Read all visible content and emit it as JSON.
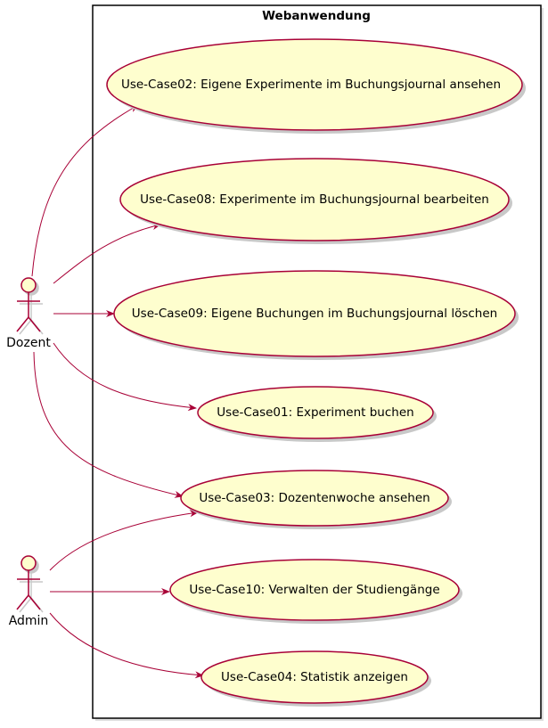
{
  "diagram": {
    "boundary_title": "Webanwendung",
    "actors": [
      {
        "id": "dozent",
        "label": "Dozent"
      },
      {
        "id": "admin",
        "label": "Admin"
      }
    ],
    "use_cases": [
      {
        "id": "uc02",
        "label": "Use-Case02: Eigene Experimente im Buchungsjournal ansehen"
      },
      {
        "id": "uc08",
        "label": "Use-Case08: Experimente im Buchungsjournal bearbeiten"
      },
      {
        "id": "uc09",
        "label": "Use-Case09: Eigene Buchungen im Buchungsjournal löschen"
      },
      {
        "id": "uc01",
        "label": "Use-Case01: Experiment buchen"
      },
      {
        "id": "uc03",
        "label": "Use-Case03: Dozentenwoche ansehen"
      },
      {
        "id": "uc10",
        "label": "Use-Case10: Verwalten der Studiengänge"
      },
      {
        "id": "uc04",
        "label": "Use-Case04: Statistik anzeigen"
      }
    ],
    "associations": [
      {
        "from": "dozent",
        "to": "uc02"
      },
      {
        "from": "dozent",
        "to": "uc08"
      },
      {
        "from": "dozent",
        "to": "uc09"
      },
      {
        "from": "dozent",
        "to": "uc01"
      },
      {
        "from": "dozent",
        "to": "uc03"
      },
      {
        "from": "admin",
        "to": "uc03"
      },
      {
        "from": "admin",
        "to": "uc10"
      },
      {
        "from": "admin",
        "to": "uc04"
      }
    ],
    "colors": {
      "ellipse_fill": "#FEFECE",
      "stroke": "#A80036",
      "boundary_stroke": "#000000",
      "shadow": "#C8C8C8"
    }
  }
}
